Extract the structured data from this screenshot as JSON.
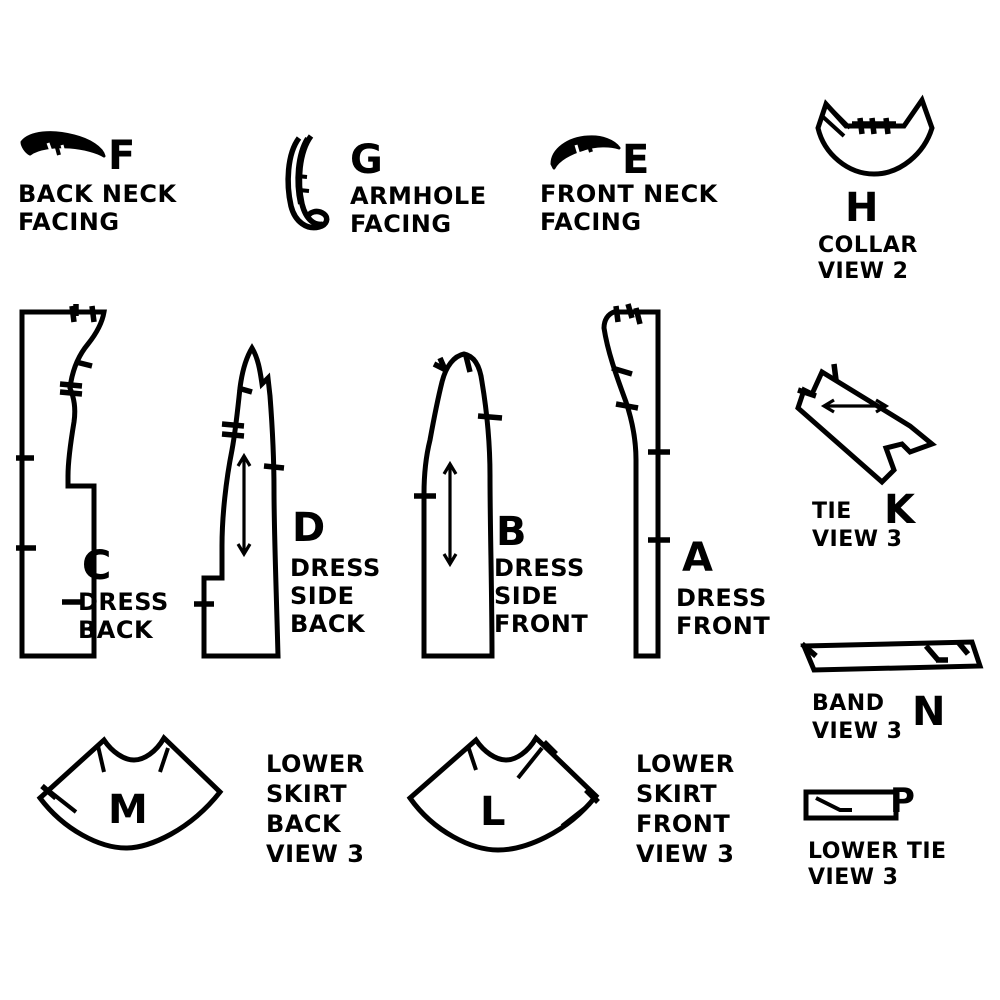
{
  "document": {
    "kind": "sewing-pattern-piece-diagram",
    "background_color": "#ffffff",
    "ink_color": "#000000",
    "piece_count": 13
  },
  "pieces": [
    {
      "id": "F",
      "letter": "F",
      "name_lines": [
        "BACK NECK",
        "FACING"
      ],
      "name": "BACK NECK FACING",
      "view": "",
      "shape": "thin-crescent-arc",
      "row": "top"
    },
    {
      "id": "G",
      "letter": "G",
      "name_lines": [
        "ARMHOLE",
        "FACING"
      ],
      "name": "ARMHOLE FACING",
      "view": "",
      "shape": "tall-curved-crescent",
      "row": "top"
    },
    {
      "id": "E",
      "letter": "E",
      "name_lines": [
        "FRONT NECK",
        "FACING"
      ],
      "name": "FRONT NECK FACING",
      "view": "",
      "shape": "thin-crescent-arc",
      "row": "top"
    },
    {
      "id": "H",
      "letter": "H",
      "name_lines": [
        "COLLAR",
        "VIEW 2"
      ],
      "name": "COLLAR",
      "view": "VIEW 2",
      "shape": "curved-collar-band",
      "row": "top"
    },
    {
      "id": "C",
      "letter": "C",
      "name_lines": [
        "DRESS",
        "BACK"
      ],
      "name": "DRESS BACK",
      "view": "",
      "shape": "tall-panel-straight-left",
      "row": "middle"
    },
    {
      "id": "D",
      "letter": "D",
      "name_lines": [
        "DRESS",
        "SIDE",
        "BACK"
      ],
      "name": "DRESS SIDE BACK",
      "view": "",
      "shape": "tall-panel-pointed-top",
      "row": "middle"
    },
    {
      "id": "B",
      "letter": "B",
      "name_lines": [
        "DRESS",
        "SIDE",
        "FRONT"
      ],
      "name": "DRESS SIDE FRONT",
      "view": "",
      "shape": "tall-panel-domed-top",
      "row": "middle"
    },
    {
      "id": "A",
      "letter": "A",
      "name_lines": [
        "DRESS",
        "FRONT"
      ],
      "name": "DRESS FRONT",
      "view": "",
      "shape": "tall-narrow-panel-straight-right",
      "row": "middle"
    },
    {
      "id": "K",
      "letter": "K",
      "name_lines": [
        "TIE",
        "VIEW 3"
      ],
      "name": "TIE",
      "view": "VIEW 3",
      "shape": "diagonal-tie-with-pointed-end",
      "row": "right"
    },
    {
      "id": "N",
      "letter": "N",
      "name_lines": [
        "BAND",
        "VIEW 3"
      ],
      "name": "BAND",
      "view": "VIEW 3",
      "shape": "long-thin-slanted-band",
      "row": "right"
    },
    {
      "id": "P",
      "letter": "P",
      "name_lines": [
        "LOWER TIE",
        "VIEW 3"
      ],
      "name": "LOWER TIE",
      "view": "VIEW 3",
      "shape": "small-rectangle-with-diagonal",
      "row": "right"
    },
    {
      "id": "M",
      "letter": "M",
      "name_lines": [
        "LOWER",
        "SKIRT",
        "BACK",
        "VIEW 3"
      ],
      "name": "LOWER SKIRT BACK",
      "view": "VIEW 3",
      "shape": "flared-skirt-panel",
      "row": "bottom"
    },
    {
      "id": "L",
      "letter": "L",
      "name_lines": [
        "LOWER",
        "SKIRT",
        "FRONT",
        "VIEW 3"
      ],
      "name": "LOWER SKIRT FRONT",
      "view": "VIEW 3",
      "shape": "flared-skirt-panel",
      "row": "bottom"
    }
  ],
  "labels": {
    "F": {
      "letter": "F",
      "l1": "BACK NECK",
      "l2": "FACING"
    },
    "G": {
      "letter": "G",
      "l1": "ARMHOLE",
      "l2": "FACING"
    },
    "E": {
      "letter": "E",
      "l1": "FRONT NECK",
      "l2": "FACING"
    },
    "H": {
      "letter": "H",
      "l1": "COLLAR",
      "l2": "VIEW 2"
    },
    "C": {
      "letter": "C",
      "l1": "DRESS",
      "l2": "BACK"
    },
    "D": {
      "letter": "D",
      "l1": "DRESS",
      "l2": "SIDE",
      "l3": "BACK"
    },
    "B": {
      "letter": "B",
      "l1": "DRESS",
      "l2": "SIDE",
      "l3": "FRONT"
    },
    "A": {
      "letter": "A",
      "l1": "DRESS",
      "l2": "FRONT"
    },
    "K": {
      "letter": "K",
      "l1": "TIE",
      "l2": "VIEW 3"
    },
    "N": {
      "letter": "N",
      "l1": "BAND",
      "l2": "VIEW 3"
    },
    "P": {
      "letter": "P",
      "l1": "LOWER TIE",
      "l2": "VIEW 3"
    },
    "M": {
      "letter": "M",
      "l1": "LOWER",
      "l2": "SKIRT",
      "l3": "BACK",
      "l4": "VIEW 3"
    },
    "L": {
      "letter": "L",
      "l1": "LOWER",
      "l2": "SKIRT",
      "l3": "FRONT",
      "l4": "VIEW 3"
    }
  }
}
